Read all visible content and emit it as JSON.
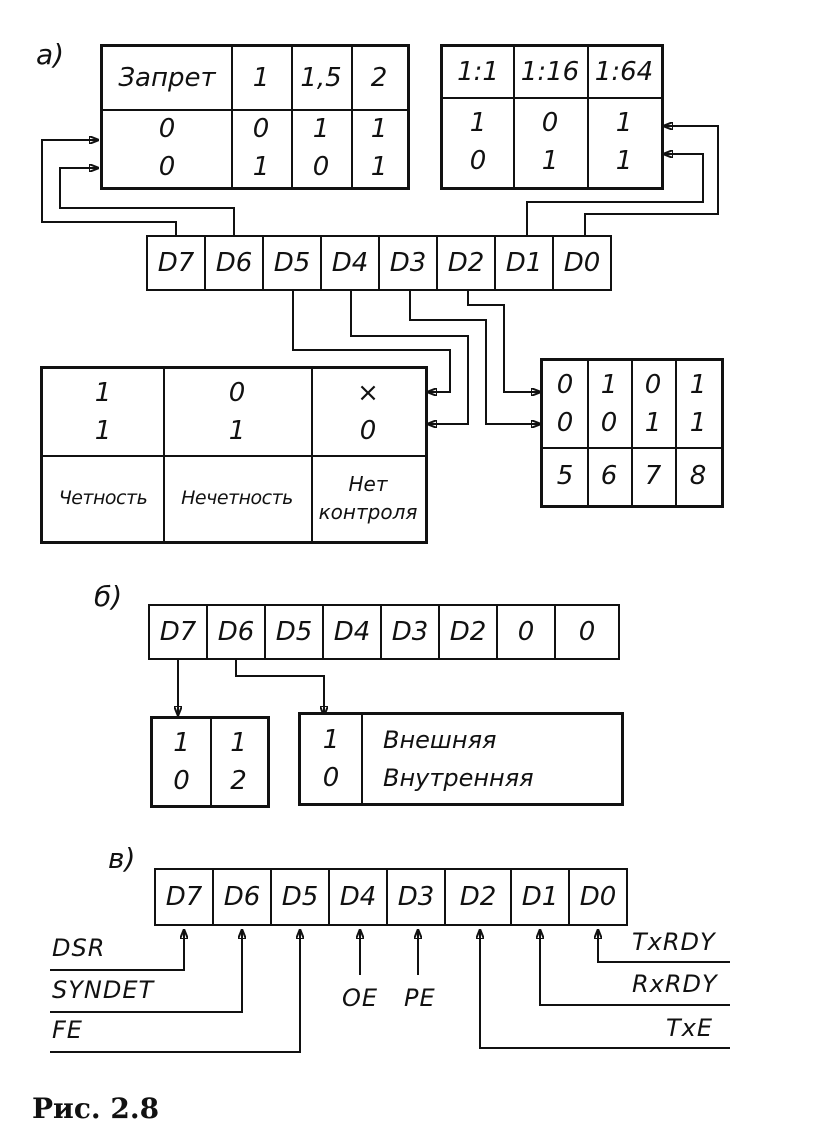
{
  "labels": {
    "a": "а)",
    "b": "б)",
    "v": "в)"
  },
  "section_a": {
    "stop_table": {
      "headers": [
        "Запрет",
        "1",
        "1,5",
        "2"
      ],
      "row1": [
        "0",
        "0",
        "1",
        "1"
      ],
      "row2": [
        "0",
        "1",
        "0",
        "1"
      ]
    },
    "rate_table": {
      "headers": [
        "1:1",
        "1:16",
        "1:64"
      ],
      "row1": [
        "1",
        "0",
        "1"
      ],
      "row2": [
        "0",
        "1",
        "1"
      ]
    },
    "register": [
      "D7",
      "D6",
      "D5",
      "D4",
      "D3",
      "D2",
      "D1",
      "D0"
    ],
    "parity_table": {
      "row1": [
        "1",
        "0",
        "×"
      ],
      "row2": [
        "1",
        "1",
        "0"
      ],
      "names": [
        "Четность",
        "Нечетность",
        "Нет контроля"
      ]
    },
    "length_table": {
      "row1": [
        "0",
        "1",
        "0",
        "1"
      ],
      "row2": [
        "0",
        "0",
        "1",
        "1"
      ],
      "values": [
        "5",
        "6",
        "7",
        "8"
      ]
    }
  },
  "section_b": {
    "register": [
      "D7",
      "D6",
      "D5",
      "D4",
      "D3",
      "D2",
      "0",
      "0"
    ],
    "sync_table": {
      "row1": [
        "1",
        "1"
      ],
      "row2": [
        "0",
        "2"
      ]
    },
    "mode_table": {
      "row1": [
        "1",
        "Внешняя"
      ],
      "row2": [
        "0",
        "Внутренняя"
      ]
    }
  },
  "section_v": {
    "register": [
      "D7",
      "D6",
      "D5",
      "D4",
      "D3",
      "D2",
      "D1",
      "D0"
    ],
    "signals": {
      "dsr": "DSR",
      "syndet": "SYNDET",
      "fe": "FE",
      "oe": "OE",
      "pe": "PE",
      "txrdy": "TxRDY",
      "rxrdy": "RxRDY",
      "txe": "TxE"
    }
  },
  "caption": "Рис. 2.8"
}
